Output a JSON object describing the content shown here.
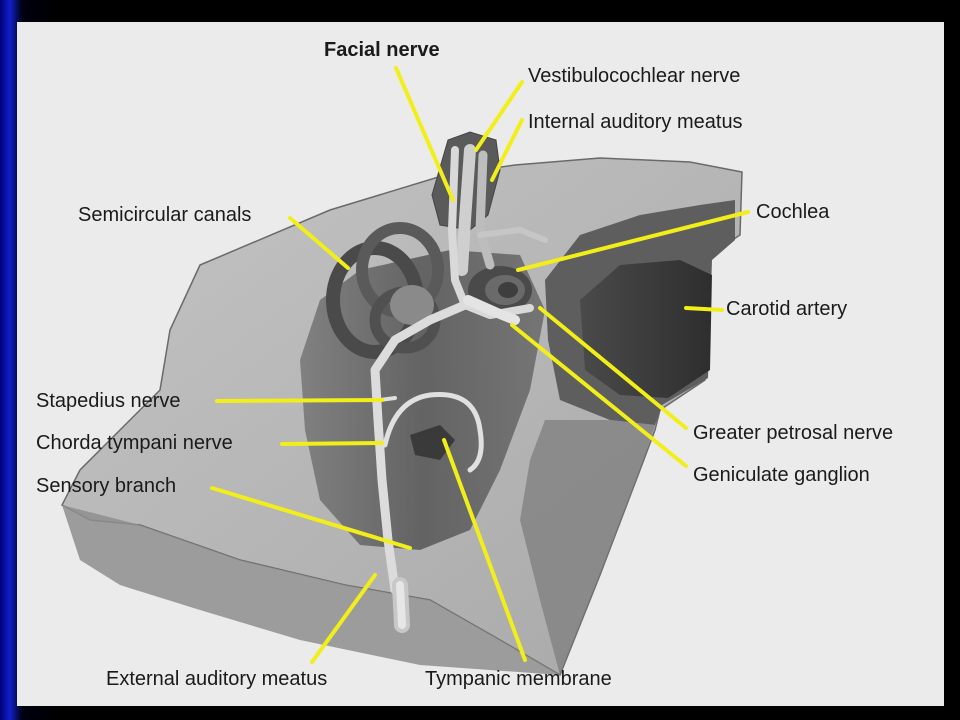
{
  "labels": {
    "facial_nerve": "Facial nerve",
    "vestibulocochlear_nerve": "Vestibulocochlear nerve",
    "internal_auditory_meatus": "Internal auditory meatus",
    "semicircular_canals": "Semicircular canals",
    "cochlea": "Cochlea",
    "carotid_artery": "Carotid artery",
    "stapedius_nerve": "Stapedius nerve",
    "chorda_tympani_nerve": "Chorda tympani nerve",
    "sensory_branch": "Sensory branch",
    "greater_petrosal_nerve": "Greater petrosal nerve",
    "geniculate_ganglion": "Geniculate ganglion",
    "external_auditory_meatus": "External auditory meatus",
    "tympanic_membrane": "Tympanic membrane"
  },
  "colors": {
    "leader_line": "#f2ee1a",
    "panel": "#ebebeb",
    "label_text": "#1a1a1a"
  }
}
